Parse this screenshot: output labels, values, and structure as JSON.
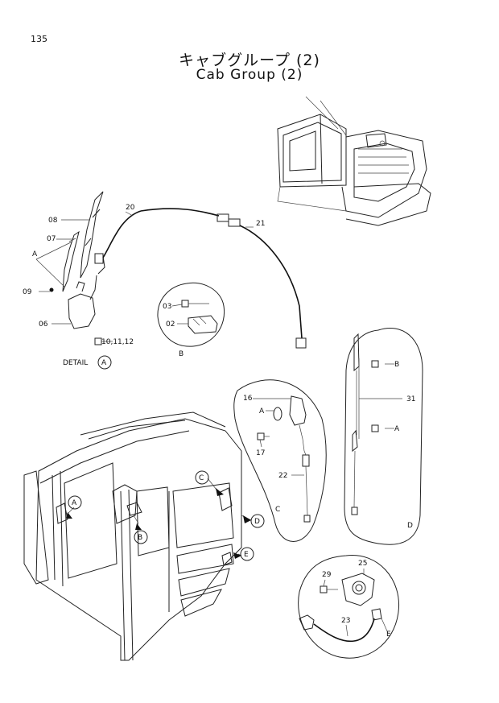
{
  "page_number": "135",
  "title_jp": "キャブグループ (2)",
  "title_en": "Cab Group (2)",
  "detail_label": "DETAIL",
  "callouts": {
    "A": "A",
    "B": "B",
    "C": "C",
    "D": "D",
    "E": "E"
  },
  "part_numbers": {
    "p02": "02",
    "p03": "03",
    "p06": "06",
    "p07": "07",
    "p08": "08",
    "p09": "09",
    "p10": "10,11,12",
    "p16": "16",
    "p17": "17",
    "p20": "20",
    "p21": "21",
    "p22": "22",
    "p23": "23",
    "p25": "25",
    "p29": "29",
    "p31": "31"
  }
}
